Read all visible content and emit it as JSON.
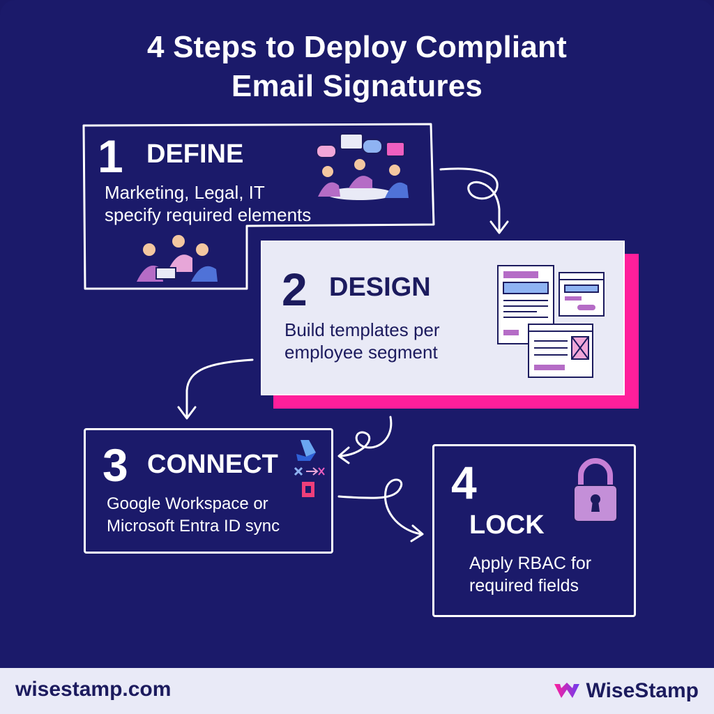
{
  "title": {
    "line1": "4 Steps to Deploy Compliant",
    "line2": "Email Signatures"
  },
  "steps": [
    {
      "number": "1",
      "heading": "DEFINE",
      "description_line1": "Marketing, Legal, IT",
      "description_line2": "specify required elements",
      "icons": [
        "team-discussion-icon",
        "team-laptop-icon"
      ]
    },
    {
      "number": "2",
      "heading": "DESIGN",
      "description_line1": "Build templates per",
      "description_line2": "employee segment",
      "icons": [
        "template-layouts-icon"
      ]
    },
    {
      "number": "3",
      "heading": "CONNECT",
      "description_line1": "Google Workspace or",
      "description_line2": "Microsoft Entra ID sync",
      "icons": [
        "integration-logos-icon"
      ]
    },
    {
      "number": "4",
      "heading": "LOCK",
      "description_line1": "Apply RBAC for",
      "description_line2": "required fields",
      "icons": [
        "padlock-icon"
      ]
    }
  ],
  "footer": {
    "url": "wisestamp.com",
    "brand": "WiseStamp"
  },
  "colors": {
    "background": "#1b1a6a",
    "accent_pink": "#ff1f9b",
    "card_light": "#e9eaf6",
    "purple": "#b56cc6"
  }
}
